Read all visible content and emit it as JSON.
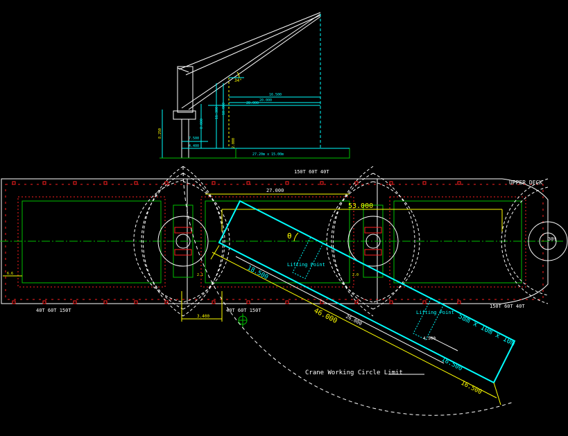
{
  "crane_elevation": {
    "angle_label": "34°",
    "dims": [
      "16.500",
      "20.000",
      "28.000",
      "11.300",
      "10.000",
      "8.000",
      "7.500",
      "4.400",
      "8.250",
      "2.000"
    ],
    "deck_label": "27.20m x 15.00m"
  },
  "plan": {
    "upper_deck_label": "UPPER DECK",
    "left_dim": "6.6",
    "top_ratings": "150T 60T 40T",
    "bottom_left_ratings": "40T 60T 150T",
    "bottom_center_ratings": "40T 60T 150T",
    "right_ratings": "150T 60T 40T",
    "span_27": "27.000",
    "span_53": "53.000",
    "theta": "θ",
    "dim_3400": "3.400",
    "dim_left_small": "2.1",
    "dim_right_small": "2.0",
    "bow_label": "30t"
  },
  "cargo": {
    "lifting_point_1": "Lifting Point",
    "lifting_point_2": "Lifting Point",
    "size_label": "58m x 10m x 10m",
    "dim_18500_top": "18.500",
    "dim_46000": "46.000",
    "dim_26000": "26.000",
    "dim_4500": "4.500",
    "dim_16500_inner": "16.500",
    "dim_16500_outer": "16.500",
    "working_circle_label": "Crane Working Circle Limit"
  },
  "colors": {
    "hull": "#ffffff",
    "green": "#00c000",
    "red": "#ff2020",
    "cyan": "#00ffff",
    "yellow": "#ffff00",
    "circle": "#ffffff"
  }
}
